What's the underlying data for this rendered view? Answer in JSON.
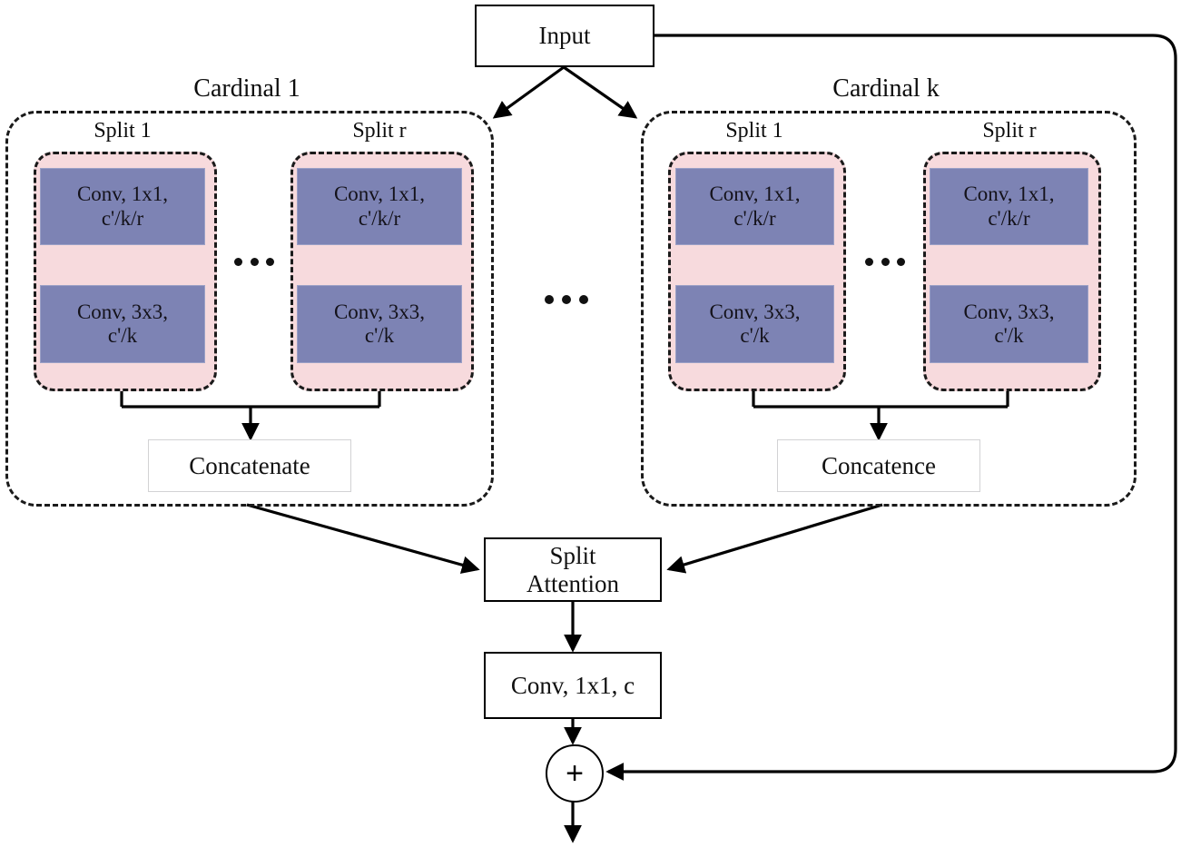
{
  "figure": {
    "title": "Split-Attention block with cardinal groups and splits",
    "colors": {
      "purple_block": "#7d83b4",
      "pink_block": "#f7dadd",
      "stroke": "#111111",
      "thin_border": "#d2d2d4",
      "background": "#ffffff"
    }
  },
  "input": {
    "label": "Input"
  },
  "cardinals": [
    {
      "label": "Cardinal 1",
      "splits": [
        {
          "label": "Split 1",
          "conv_top_line1": "Conv, 1x1,",
          "conv_top_line2": "c'/k/r",
          "conv_bottom_line1": "Conv, 3x3,",
          "conv_bottom_line2": "c'/k"
        },
        {
          "label": "Split r",
          "conv_top_line1": "Conv, 1x1,",
          "conv_top_line2": "c'/k/r",
          "conv_bottom_line1": "Conv, 3x3,",
          "conv_bottom_line2": "c'/k"
        }
      ],
      "splits_ellipsis": "...",
      "concat_label": "Concatenate"
    },
    {
      "label": "Cardinal k",
      "splits": [
        {
          "label": "Split 1",
          "conv_top_line1": "Conv, 1x1,",
          "conv_top_line2": "c'/k/r",
          "conv_bottom_line1": "Conv, 3x3,",
          "conv_bottom_line2": "c'/k"
        },
        {
          "label": "Split r",
          "conv_top_line1": "Conv, 1x1,",
          "conv_top_line2": "c'/k/r",
          "conv_bottom_line1": "Conv, 3x3,",
          "conv_bottom_line2": "c'/k"
        }
      ],
      "splits_ellipsis": "...",
      "concat_label": "Concatence"
    }
  ],
  "cardinals_ellipsis": "...",
  "split_attention": {
    "line1": "Split",
    "line2": "Attention"
  },
  "final_conv": {
    "label": "Conv, 1x1, c"
  },
  "sum_node": {
    "symbol": "+"
  }
}
